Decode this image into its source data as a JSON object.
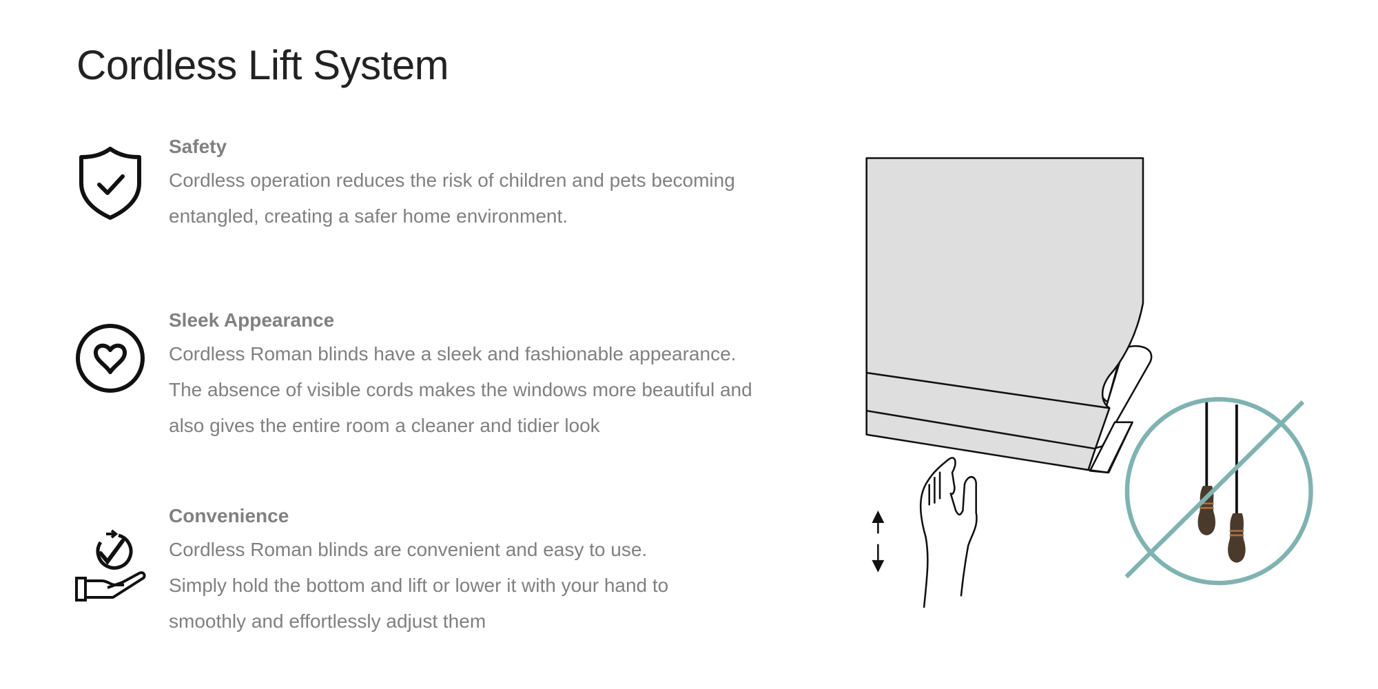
{
  "title": "Cordless Lift System",
  "features": [
    {
      "icon": "shield-check-icon",
      "heading": "Safety",
      "lines": [
        "Cordless operation reduces the risk of children and pets becoming",
        "entangled, creating a safer home environment."
      ]
    },
    {
      "icon": "heart-circle-icon",
      "heading": "Sleek Appearance",
      "lines": [
        "Cordless Roman blinds have a sleek and fashionable appearance.",
        "The absence of visible cords makes the windows more beautiful and",
        "also gives the entire room a cleaner and tidier look"
      ]
    },
    {
      "icon": "hand-check-icon",
      "heading": "Convenience",
      "lines": [
        "Cordless Roman blinds are convenient and easy to use.",
        "Simply hold the bottom and lift or lower it with your hand to",
        "smoothly and effortlessly adjust them"
      ]
    }
  ],
  "colors": {
    "accent": "#7fb3b1",
    "blind": "#dedede",
    "knob": "#4a3a2c",
    "text": "#808080"
  }
}
